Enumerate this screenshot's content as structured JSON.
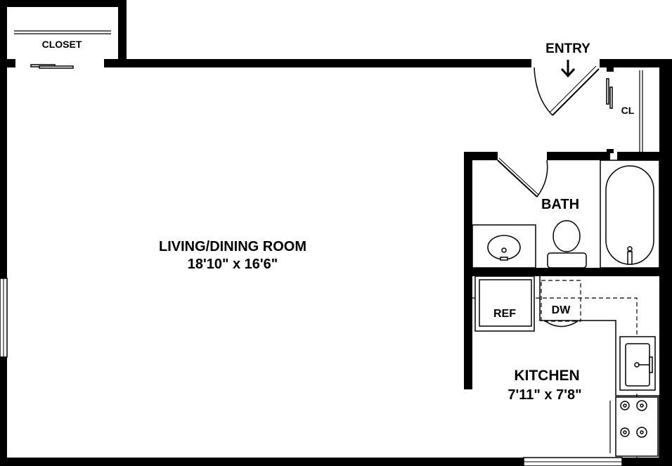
{
  "rooms": {
    "living": {
      "name": "LIVING/DINING ROOM",
      "dims": "18'10\" x 16'6\""
    },
    "kitchen": {
      "name": "KITCHEN",
      "dims": "7'11\" x 7'8\""
    },
    "bath": {
      "name": "BATH"
    },
    "closet": {
      "name": "CLOSET"
    },
    "entry_closet": {
      "name": "CL"
    }
  },
  "entry": {
    "label": "ENTRY"
  },
  "appliances": {
    "ref": "REF",
    "dw": "DW"
  }
}
